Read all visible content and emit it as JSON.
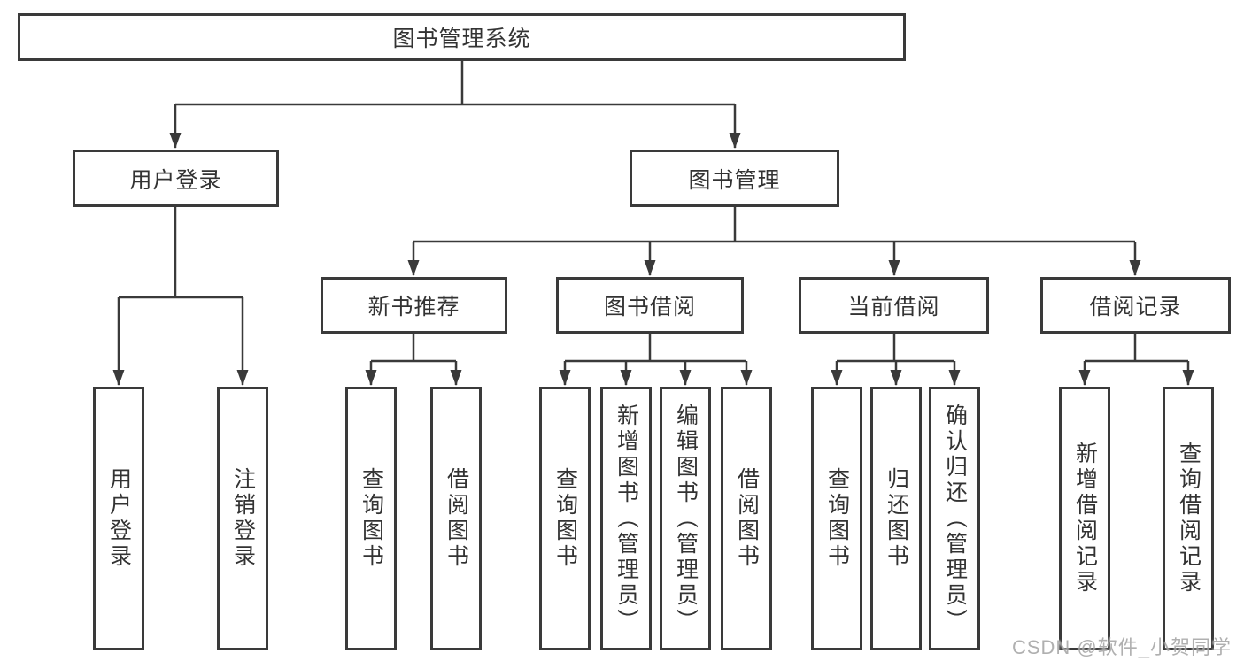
{
  "tree": {
    "root": {
      "label": "图书管理系统"
    },
    "branches": [
      {
        "label": "用户登录",
        "children": [
          {
            "label": "用户登录"
          },
          {
            "label": "注销登录"
          }
        ]
      },
      {
        "label": "图书管理",
        "children": [
          {
            "label": "新书推荐",
            "children": [
              {
                "label": "查询图书"
              },
              {
                "label": "借阅图书"
              }
            ]
          },
          {
            "label": "图书借阅",
            "children": [
              {
                "label": "查询图书"
              },
              {
                "label": "新增图书（管理员）"
              },
              {
                "label": "编辑图书（管理员）"
              },
              {
                "label": "借阅图书"
              }
            ]
          },
          {
            "label": "当前借阅",
            "children": [
              {
                "label": "查询图书"
              },
              {
                "label": "归还图书"
              },
              {
                "label": "确认归还（管理员）"
              }
            ]
          },
          {
            "label": "借阅记录",
            "children": [
              {
                "label": "新增借阅记录"
              },
              {
                "label": "查询借阅记录"
              }
            ]
          }
        ]
      }
    ],
    "watermark": "CSDN @软件_小贺同学",
    "colors": {
      "line": "#3a3a3a",
      "text": "#333333",
      "box_background": "#ffffff",
      "page_background": "#ffffff",
      "watermark": "#969696"
    }
  }
}
